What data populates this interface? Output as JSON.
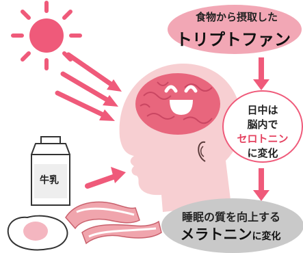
{
  "top_box": {
    "line1": "食物から摂取した",
    "line2": "トリプトファン"
  },
  "middle_box": {
    "line1": "日中は",
    "line2": "脳内で",
    "line3": "セロトニン",
    "line4": "に変化"
  },
  "bottom_box": {
    "line1": "睡眠の質を向上する",
    "line2_bold": "メラトニン",
    "line2_suffix": "に変化"
  },
  "milk_carton": {
    "label": "牛乳"
  },
  "colors": {
    "accent_pink": "#e94e77",
    "top_bubble": "#f2a7b5",
    "middle_bubble": "#ffffff",
    "bottom_bubble": "#c9c9c9",
    "head_skin": "#f7cfd2",
    "brain": "#e8667d",
    "serotonin_text": "#e4415f"
  },
  "icons": [
    "sun-icon",
    "light-ray-arrows",
    "head-silhouette",
    "brain-icon",
    "milk-carton-icon",
    "bacon-icon",
    "egg-icon",
    "flow-arrow-icon"
  ]
}
